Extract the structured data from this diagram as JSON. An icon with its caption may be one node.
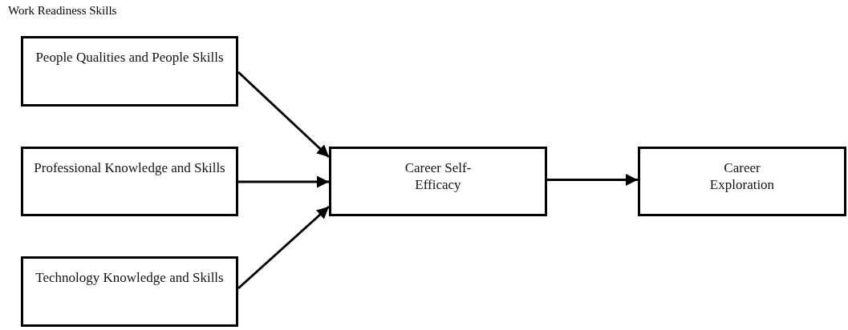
{
  "diagram": {
    "title": "Work Readiness Skills",
    "nodes": [
      {
        "text": [
          "People Qualities and People Skills"
        ]
      },
      {
        "text": [
          "Professional Knowledge and Skills"
        ]
      },
      {
        "text": [
          "Technology Knowledge and Skills"
        ]
      },
      {
        "text": [
          "Career Self-Efficacy"
        ]
      },
      {
        "text": [
          "Career Exploration"
        ]
      }
    ],
    "edges": [
      {
        "from": 0,
        "to": 3,
        "arrow": "to"
      },
      {
        "from": 1,
        "to": 3,
        "arrow": "to"
      },
      {
        "from": 2,
        "to": 3,
        "arrow": "to"
      },
      {
        "from": 3,
        "to": 4,
        "arrow": "to"
      }
    ]
  }
}
